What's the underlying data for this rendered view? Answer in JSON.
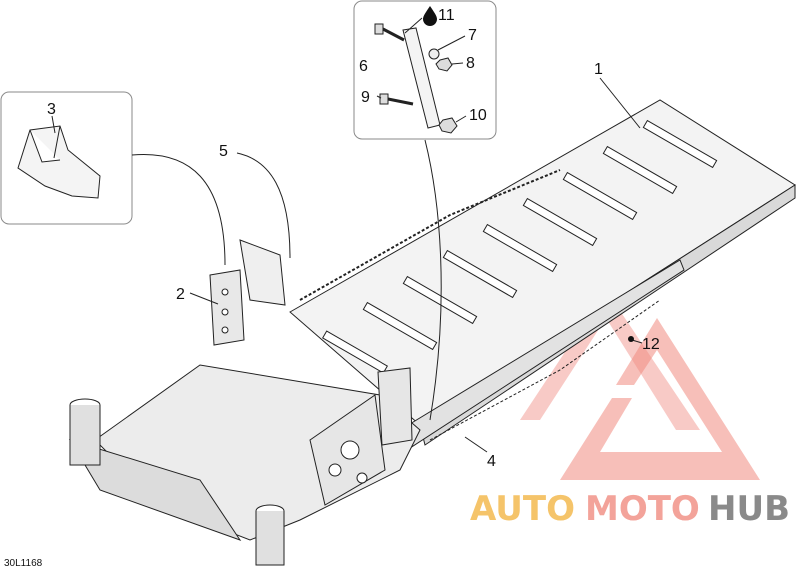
{
  "diagram": {
    "callouts": [
      "1",
      "2",
      "3",
      "4",
      "5",
      "6",
      "7",
      "8",
      "9",
      "10",
      "11",
      "12"
    ],
    "drawing_code": "30L1168"
  },
  "watermark": {
    "part1": "AUTO",
    "part2": "MOTO",
    "part3": "HUB",
    "colors": {
      "auto": "#f5c46a",
      "moto": "#f3a39a",
      "hub": "#8a8a8a",
      "triangle": "#f08a80"
    }
  },
  "icons": {
    "oil_drop": "oil-drop-icon"
  }
}
